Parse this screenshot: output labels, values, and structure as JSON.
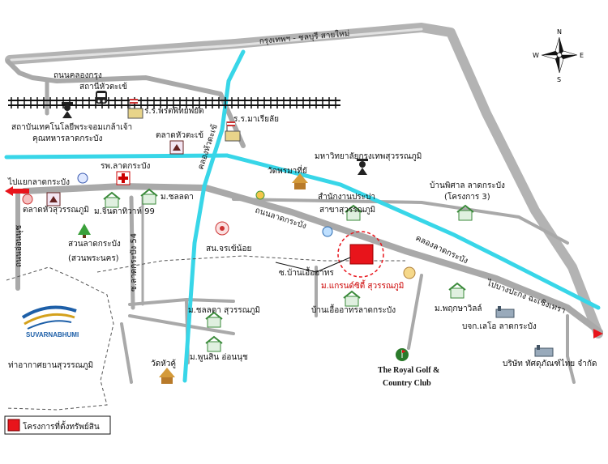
{
  "roads": {
    "motorway": "กรุงเทพฯ - ชลบุรี สายใหม่",
    "khlong_krung_road": "ถนนคลองกรุง",
    "lat_krabang_road": "ถนนลาดกระบัง",
    "on_nut_road": "ถนนอ่อนนุช",
    "lat_krabang_54": "ซ.ลาดกระบัง 54",
    "to_lat_krabang": "ไปแยกลาดกระบัง",
    "to_bang_pakong": "ไปบางปะกง ฉะเชิงเทรา"
  },
  "canals": {
    "khlong_lat_krabang": "คลองลาดกระบัง",
    "khlong_hua_takhe": "คลองหัวตะเข้"
  },
  "places": {
    "hua_takhe_station": "สถานีหัวตะเข้",
    "kmitl": "สถาบันเทคโนโลยีพระจอมเกล้าเจ้า",
    "kmitl_line2": "คุณทหารลาดกระบัง",
    "phrom_phitthayaphat": "ร.ร.พรตพิทยพยัต",
    "hua_takhe_market": "ตลาดหัวตะเข้",
    "mahawiriyalai": "ร.ร.มาเรียลัย",
    "lat_krabang_hospital": "รพ.ลาดกระบัง",
    "suvarnabhumi_market": "ตลาดหัวสุวรรณภูมิ",
    "chinda_village": "ม.จินดาทิวาห์ 99",
    "chollada": "ม.ชลลดา",
    "lat_krabang_park": "สวนลาดกระบัง",
    "lat_krabang_park_line2": "(สวนพระนคร)",
    "wat_phrom": "วัดพรมาที่ยั",
    "bangkok_suvarnabhumi_univ": "มหาวิทยาลัยกรุงเทพสุวรรณภูมิ",
    "waterworks": "สำนักงานประปา",
    "waterworks_line2": "สาขาสุวรรณภูมิ",
    "baan_phisan": "บ้านพิศาล ลาดกระบัง",
    "baan_phisan_line2": "(โครงการ 3)",
    "police": "สน.จรเข้น้อย",
    "baan_ua_athorn": "ซ.บ้านเอื้ออาทร",
    "project_name": "ม.แกรนด์ซิตี้ สุวรรณภูมิ",
    "ua_athorn_lat_krabang": "บ้านเอื้ออาทรลาดกระบัง",
    "chollada_suvarnabhumi": "ม.ชลลดา สุวรรณภูมิ",
    "prueksa": "ม.พฤกษาวิลล์",
    "bor_kor_jor": "บจก.เลโอ ลาดกระบัง",
    "pruksa_on_nut": "ม.พูนสิน อ่อนนุช",
    "wat_hua_ku": "วัดหัวคู้",
    "royal_golf": "The Royal Golf &",
    "royal_golf_line2": "Country Club",
    "company": "บริษัท ทัศดุภัณฑ์ไทย จำกัด",
    "airport": "ท่าอากาศยานสุวรรณภูมิ",
    "airport_logo_text": "SUVARNABHUMI"
  },
  "compass": {
    "n": "N",
    "s": "S",
    "e": "E",
    "w": "W"
  },
  "legend": {
    "label": "โครงการที่ตั้งทรัพย์สิน",
    "color": "#e8141b"
  },
  "colors": {
    "road": "#a9a9a9",
    "canal": "#38d6e8",
    "railway": "#111111",
    "project": "#e8141b"
  }
}
